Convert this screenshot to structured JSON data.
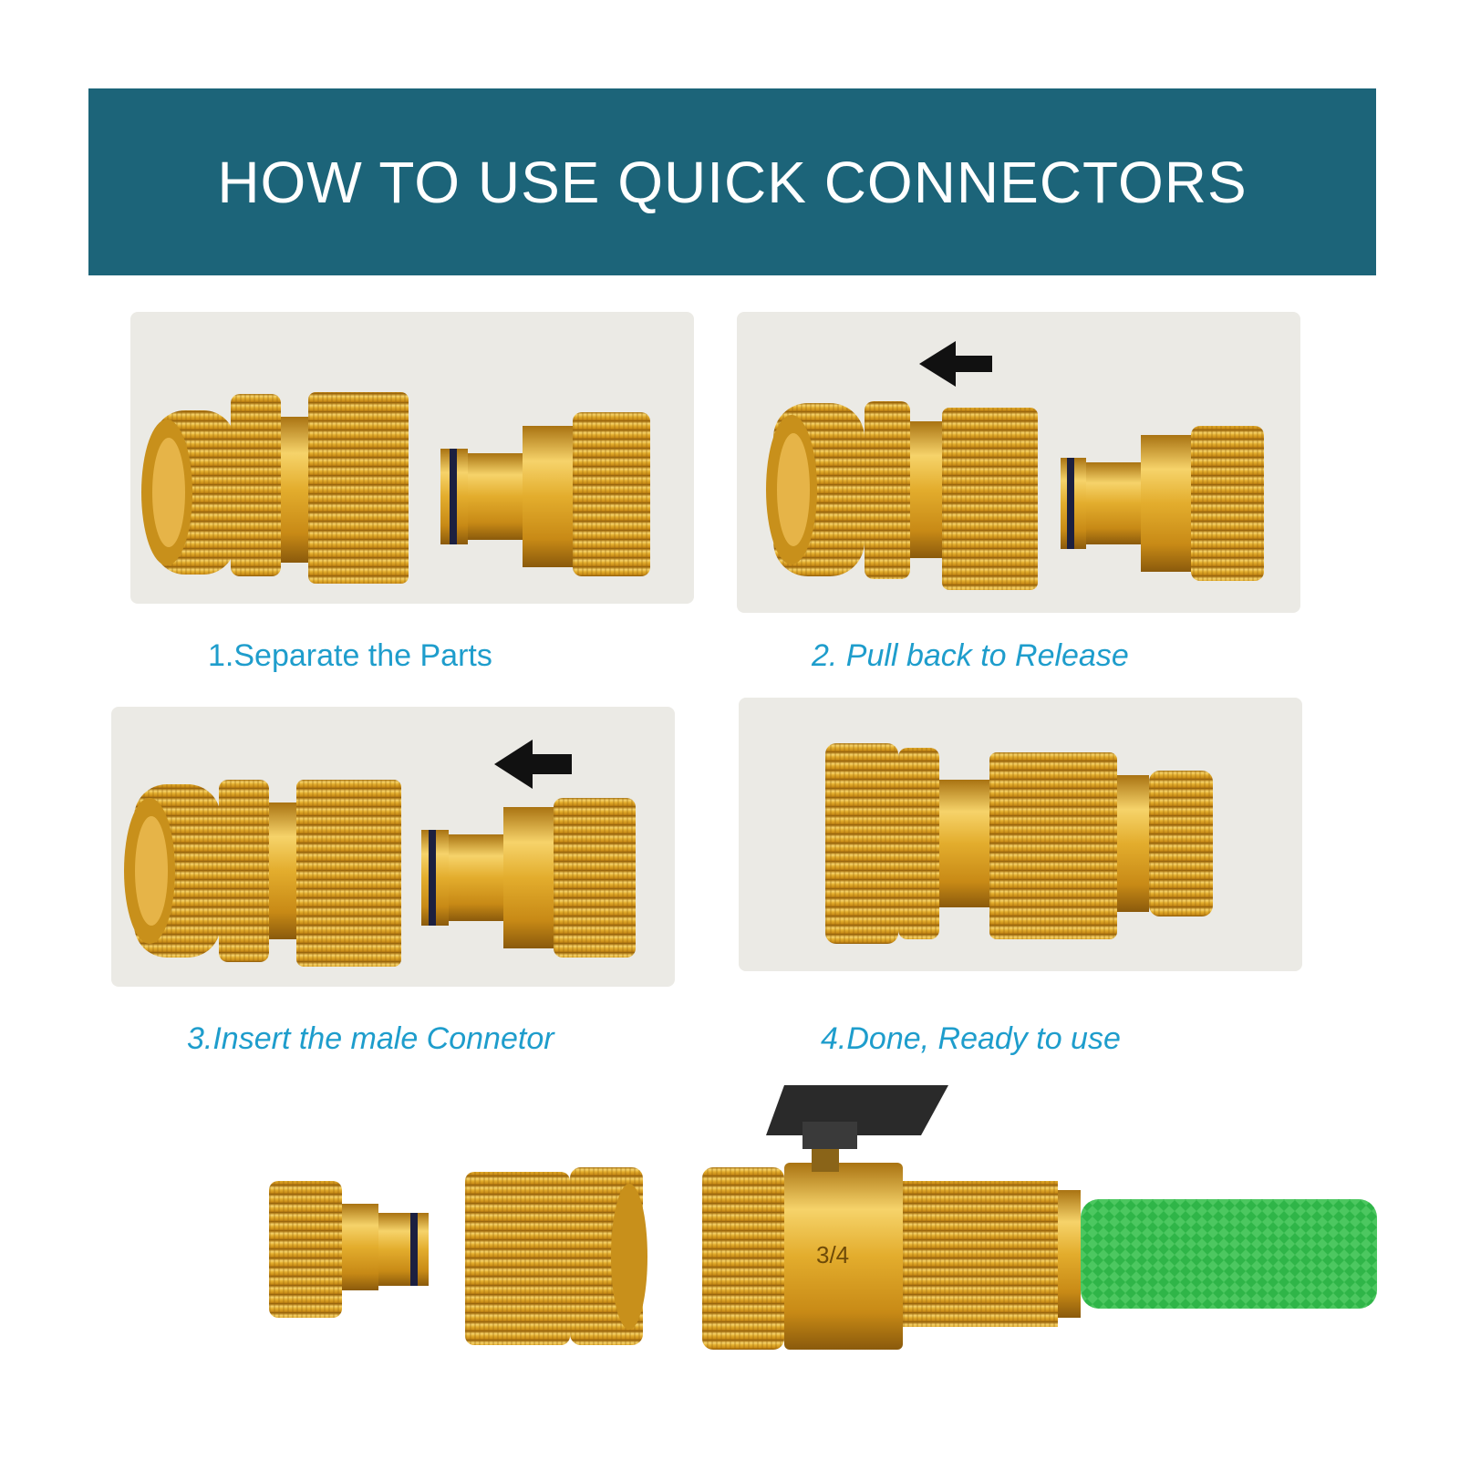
{
  "banner": {
    "title": "HOW TO USE QUICK CONNECTORS",
    "color": "#1c6479"
  },
  "steps": [
    {
      "caption": "1.Separate the Parts"
    },
    {
      "caption": "2. Pull back to Release"
    },
    {
      "caption": "3.Insert the male Connetor"
    },
    {
      "caption": "4.Done, Ready to use"
    }
  ],
  "valve": {
    "size_label": "3/4"
  },
  "colors": {
    "caption": "#1e9dcc",
    "brass": "#d9a521",
    "panel": "#ebeae5",
    "hose": "#2fb548"
  }
}
